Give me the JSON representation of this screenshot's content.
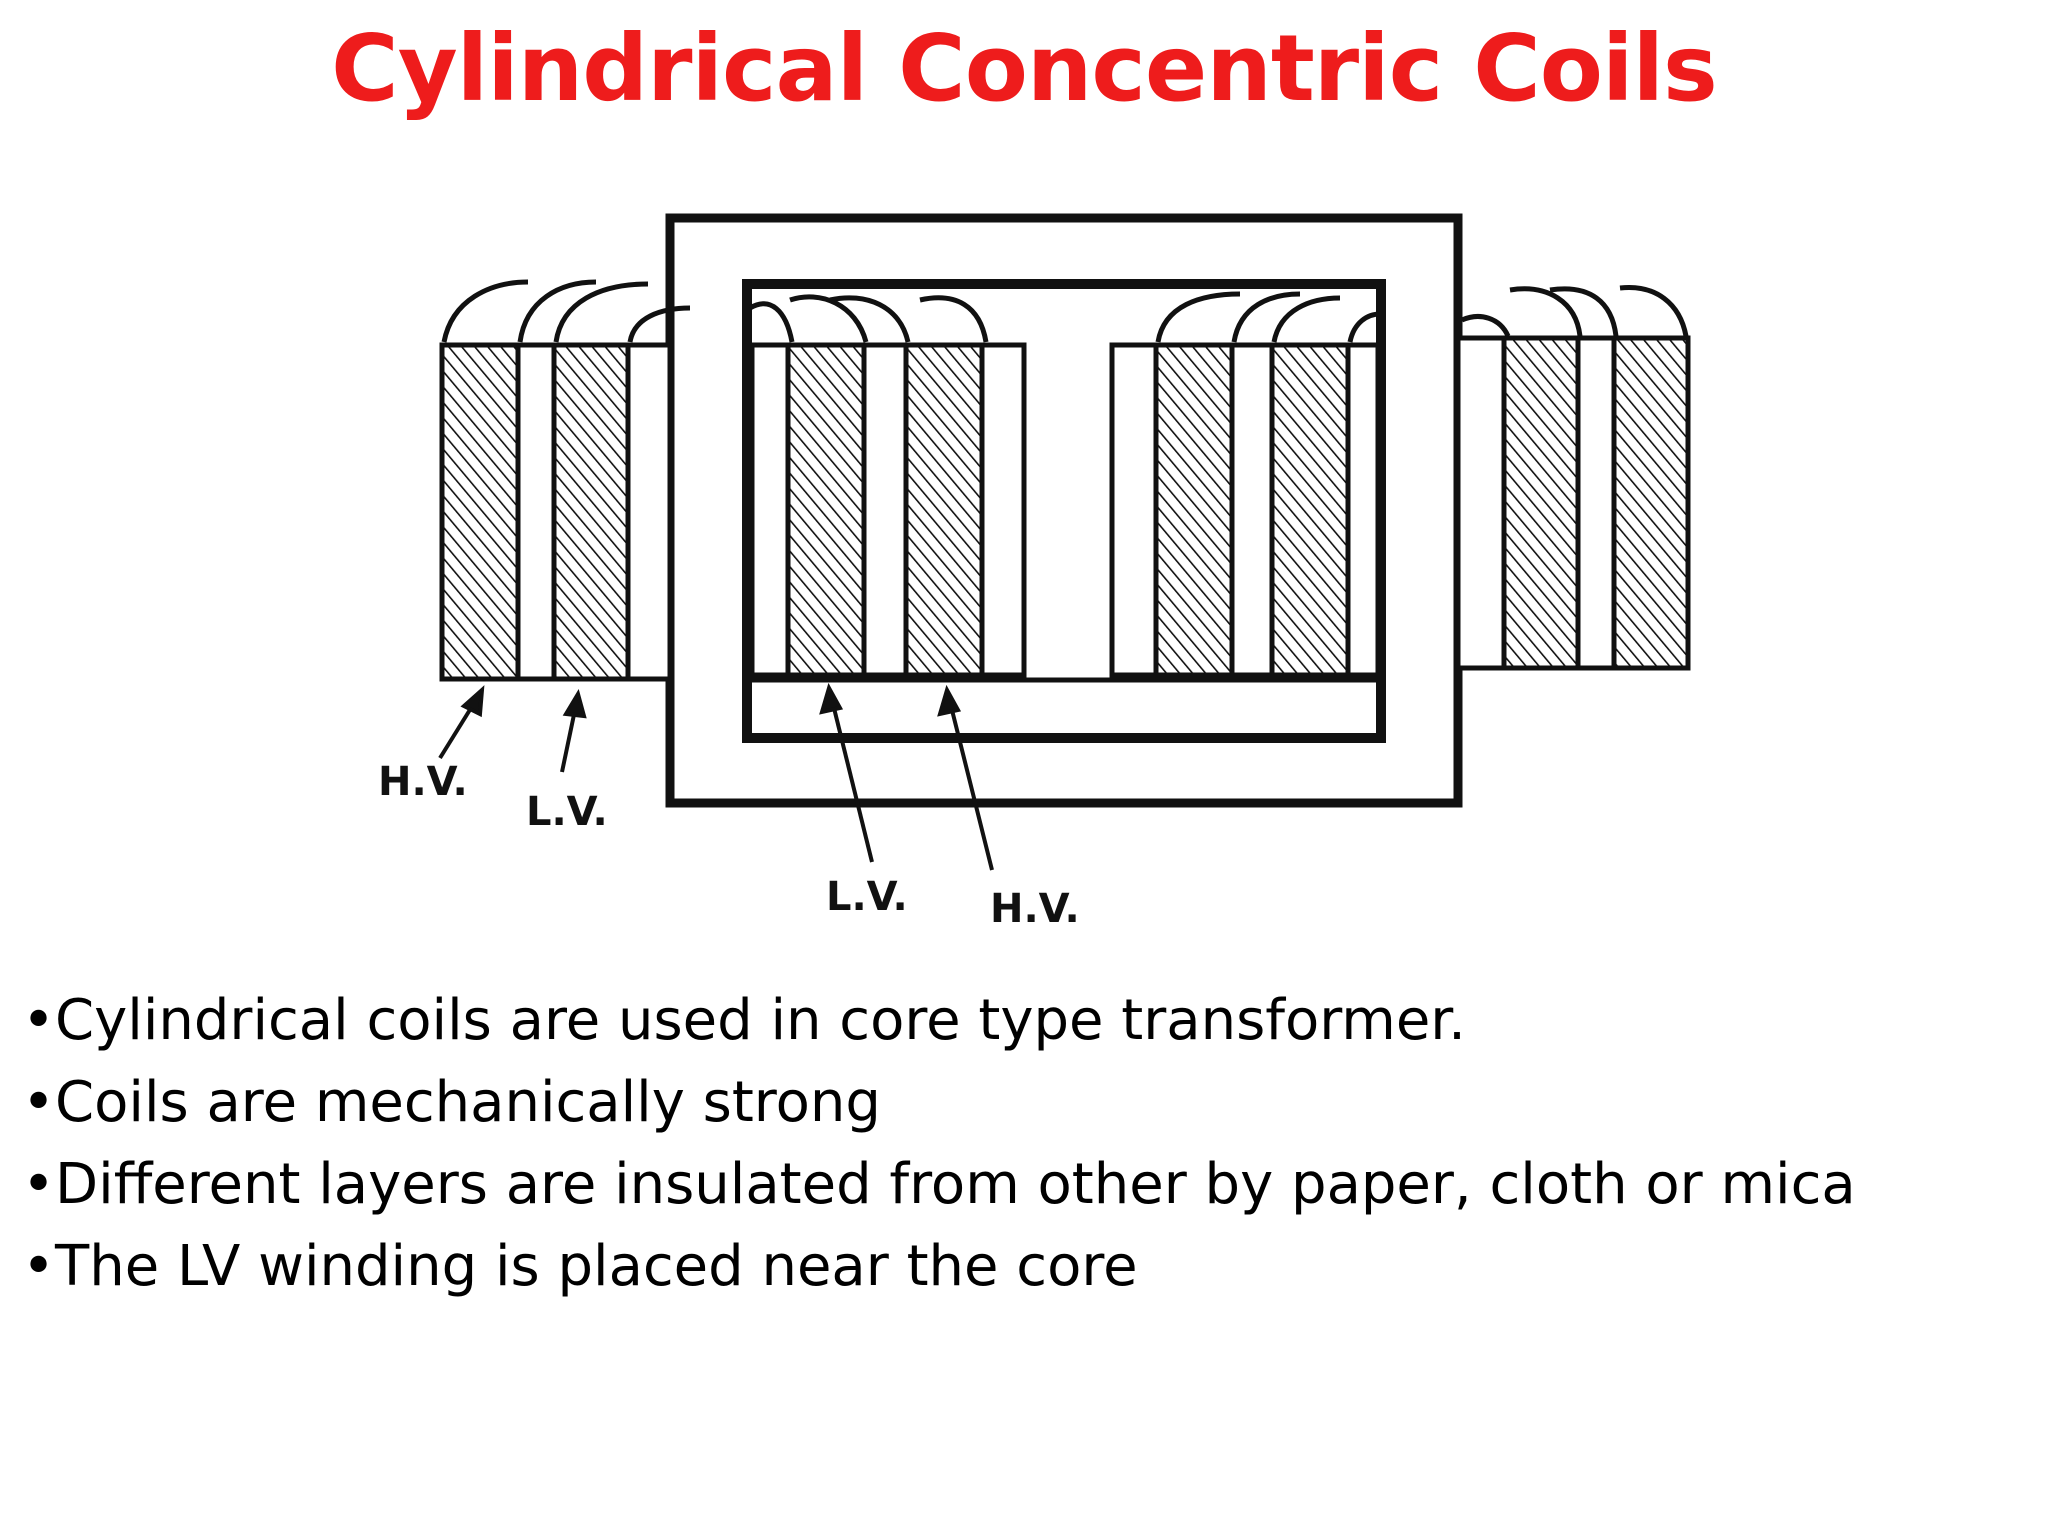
{
  "title": "Cylindrical Concentric Coils",
  "colors": {
    "title": "#ee1c1c",
    "ink": "#111111",
    "background": "#ffffff"
  },
  "diagram": {
    "labels": {
      "left_hv": "H.V.",
      "left_lv": "L.V.",
      "center_lv": "L.V.",
      "center_hv": "H.V."
    }
  },
  "bullets": [
    "Cylindrical coils are used in core type transformer.",
    "Coils are mechanically strong",
    "Different layers are insulated from other by paper, cloth or mica",
    "The LV winding is placed near the core"
  ]
}
